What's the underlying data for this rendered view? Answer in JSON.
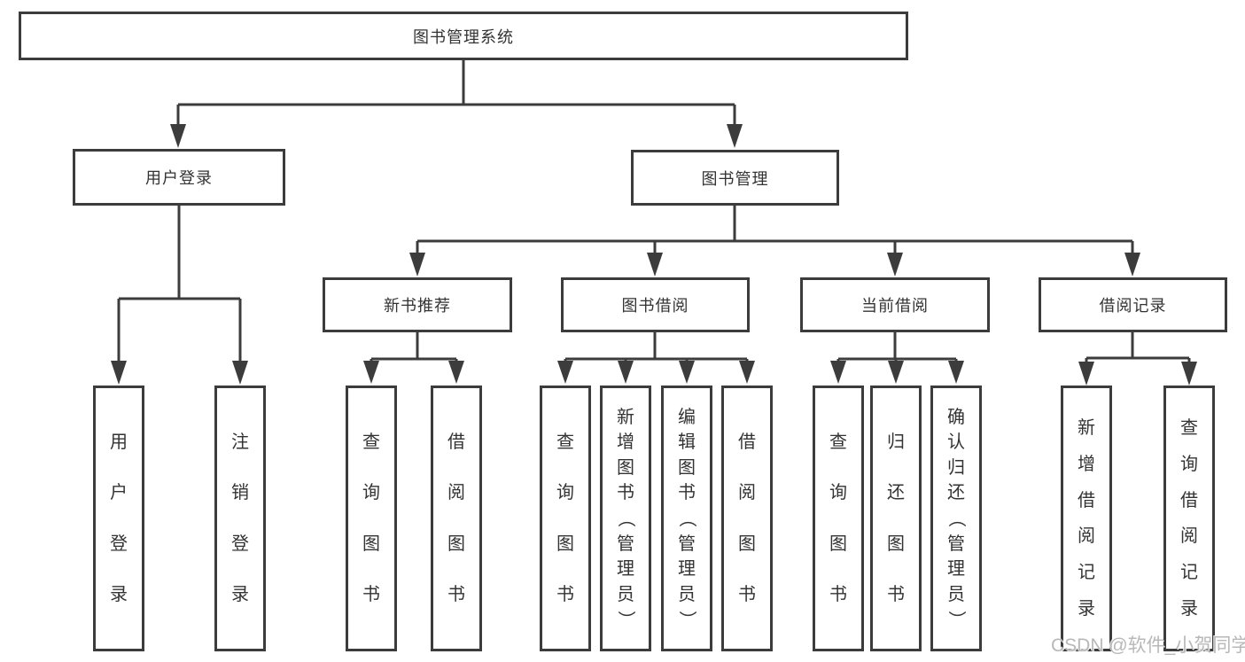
{
  "diagram": {
    "root": {
      "label": "图书管理系统"
    },
    "branches": [
      {
        "label": "用户登录",
        "children": [
          {
            "label": "用户登录"
          },
          {
            "label": "注销登录"
          }
        ]
      },
      {
        "label": "图书管理",
        "children": [
          {
            "label": "新书推荐",
            "children": [
              {
                "label": "查询图书"
              },
              {
                "label": "借阅图书"
              }
            ]
          },
          {
            "label": "图书借阅",
            "children": [
              {
                "label": "查询图书"
              },
              {
                "label": "新增图书（管理员）"
              },
              {
                "label": "编辑图书（管理员）"
              },
              {
                "label": "借阅图书"
              }
            ]
          },
          {
            "label": "当前借阅",
            "children": [
              {
                "label": "查询图书"
              },
              {
                "label": "归还图书"
              },
              {
                "label": "确认归还（管理员）"
              }
            ]
          },
          {
            "label": "借阅记录",
            "children": [
              {
                "label": "新增借阅记录"
              },
              {
                "label": "查询借阅记录"
              }
            ]
          }
        ]
      }
    ]
  },
  "watermark": {
    "text": "CSDN @软件_小贺同学"
  },
  "colors": {
    "line": "#3c3c3c",
    "text": "#333333",
    "background": "#ffffff",
    "watermark": "#b8b8b8"
  }
}
